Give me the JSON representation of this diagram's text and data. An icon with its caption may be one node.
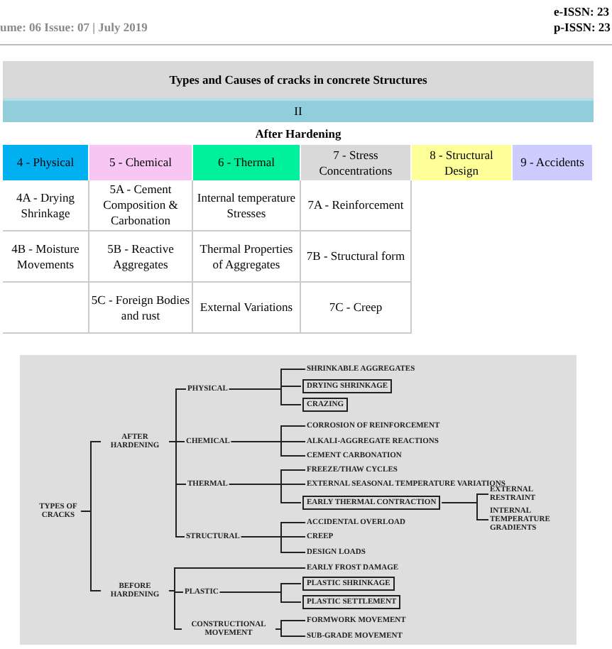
{
  "diagram": {
    "title": "Types and Causes of cracks in concrete Structures",
    "nodes": [
      {
        "text": [
          "TYPES OF CRACKS"
        ]
      },
      {
        "text": [
          "AFTER HARDENING"
        ]
      },
      {
        "text": [
          "BEFORE HARDENING"
        ]
      },
      {
        "text": [
          "PHYSICAL"
        ]
      },
      {
        "text": [
          "CHEMICAL"
        ]
      },
      {
        "text": [
          "THERMAL"
        ]
      },
      {
        "text": [
          "STRUCTURAL"
        ]
      },
      {
        "text": [
          "PLASTIC"
        ]
      },
      {
        "text": [
          "CONSTRUCTIONAL MOVEMENT"
        ]
      },
      {
        "text": [
          "SHRINKABLE AGGREGATES"
        ]
      },
      {
        "text": [
          "DRYING SHRINKAGE"
        ]
      },
      {
        "text": [
          "CRAZING"
        ]
      },
      {
        "text": [
          "CORROSION OF REINFORCEMENT"
        ]
      },
      {
        "text": [
          "ALKALI-AGGREGATE REACTIONS"
        ]
      },
      {
        "text": [
          "CEMENT CARBONATION"
        ]
      },
      {
        "text": [
          "FREEZE/THAW CYCLES"
        ]
      },
      {
        "text": [
          "EXTERNAL SEASONAL TEMPERATURE VARIATIONS"
        ]
      },
      {
        "text": [
          "EARLY THERMAL CONTRACTION"
        ]
      },
      {
        "text": [
          "EXTERNAL RESTRAINT"
        ]
      },
      {
        "text": [
          "INTERNAL TEMPERATURE GRADIENTS"
        ]
      },
      {
        "text": [
          "ACCIDENTAL OVERLOAD"
        ]
      },
      {
        "text": [
          "CREEP"
        ]
      },
      {
        "text": [
          "DESIGN LOADS"
        ]
      },
      {
        "text": [
          "EARLY FROST DAMAGE"
        ]
      },
      {
        "text": [
          "PLASTIC SHRINKAGE"
        ]
      },
      {
        "text": [
          "PLASTIC SETTLEMENT"
        ]
      },
      {
        "text": [
          "FORMWORK MOVEMENT"
        ]
      },
      {
        "text": [
          "SUB-GRADE MOVEMENT"
        ]
      }
    ],
    "edges": [
      {
        "from": 0,
        "to": 1,
        "arrow": "none"
      },
      {
        "from": 0,
        "to": 2,
        "arrow": "none"
      },
      {
        "from": 1,
        "to": 3,
        "arrow": "none"
      },
      {
        "from": 1,
        "to": 4,
        "arrow": "none"
      },
      {
        "from": 1,
        "to": 5,
        "arrow": "none"
      },
      {
        "from": 1,
        "to": 6,
        "arrow": "none"
      },
      {
        "from": 2,
        "to": 23,
        "arrow": "none"
      },
      {
        "from": 2,
        "to": 7,
        "arrow": "none"
      },
      {
        "from": 2,
        "to": 8,
        "arrow": "none"
      },
      {
        "from": 3,
        "to": 9,
        "arrow": "none"
      },
      {
        "from": 3,
        "to": 10,
        "arrow": "none"
      },
      {
        "from": 3,
        "to": 11,
        "arrow": "none"
      },
      {
        "from": 4,
        "to": 12,
        "arrow": "none"
      },
      {
        "from": 4,
        "to": 13,
        "arrow": "none"
      },
      {
        "from": 4,
        "to": 14,
        "arrow": "none"
      },
      {
        "from": 5,
        "to": 15,
        "arrow": "none"
      },
      {
        "from": 5,
        "to": 16,
        "arrow": "none"
      },
      {
        "from": 5,
        "to": 17,
        "arrow": "none"
      },
      {
        "from": 17,
        "to": 18,
        "arrow": "none"
      },
      {
        "from": 17,
        "to": 19,
        "arrow": "none"
      },
      {
        "from": 6,
        "to": 20,
        "arrow": "none"
      },
      {
        "from": 6,
        "to": 21,
        "arrow": "none"
      },
      {
        "from": 6,
        "to": 22,
        "arrow": "none"
      },
      {
        "from": 7,
        "to": 24,
        "arrow": "none"
      },
      {
        "from": 7,
        "to": 25,
        "arrow": "none"
      },
      {
        "from": 8,
        "to": 26,
        "arrow": "none"
      },
      {
        "from": 8,
        "to": 27,
        "arrow": "none"
      }
    ],
    "labels": [
      "e-ISSN: 23",
      "ume: 06 Issue: 07 | July 2019",
      "p-ISSN: 23",
      "II",
      "After Hardening",
      "4 - Physical",
      "5 - Chemical",
      "6 - Thermal",
      "7 - Stress Concentrations",
      "8 - Structural Design",
      "9 - Accidents",
      "4A - Drying Shrinkage",
      "5A - Cement Composition & Carbonation",
      "Internal temperature Stresses",
      "7A - Reinforcement",
      "4B - Moisture Movements",
      "5B - Reactive Aggregates",
      "Thermal Properties of Aggregates",
      "7B - Structural form",
      "5C - Foreign Bodies and rust",
      "External Variations",
      "7C - Creep"
    ]
  }
}
